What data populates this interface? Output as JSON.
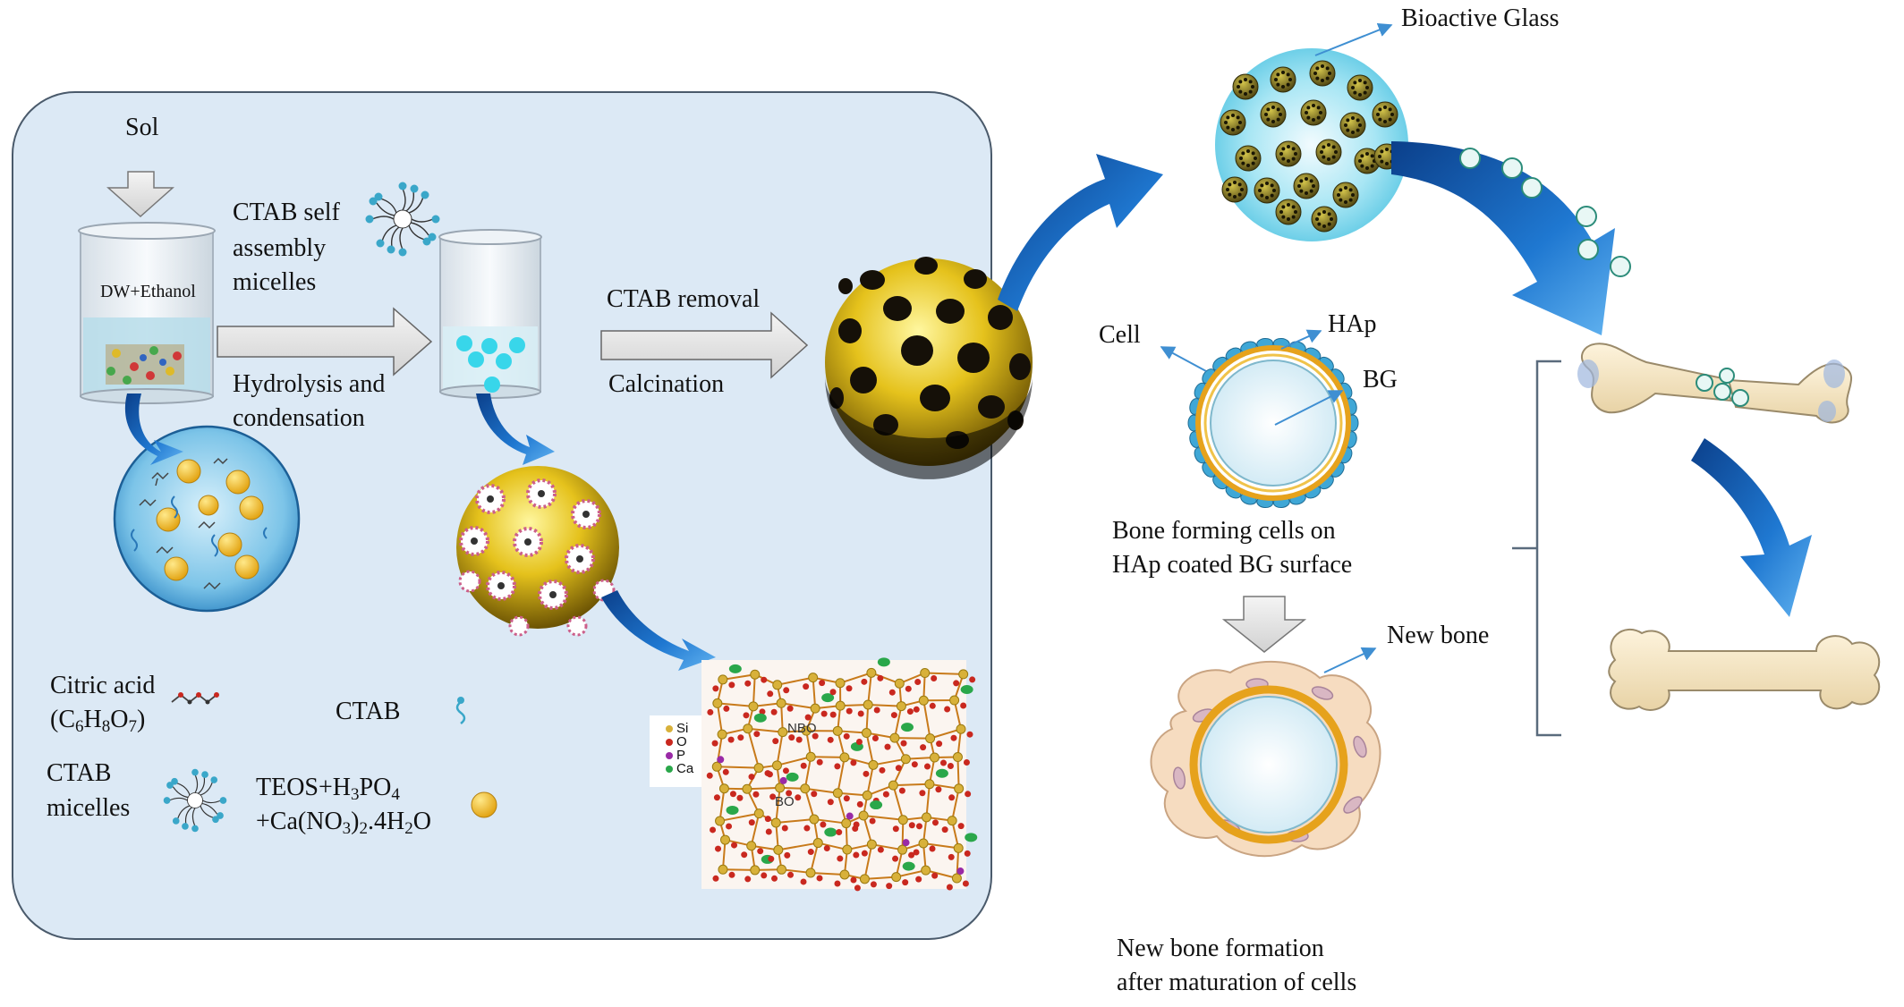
{
  "labels": {
    "sol": "Sol",
    "dw_ethanol": "DW+Ethanol",
    "ctab_self_1": "CTAB self",
    "ctab_self_2": "assembly",
    "ctab_self_3": "micelles",
    "hydrolysis_1": "Hydrolysis and",
    "hydrolysis_2": "condensation",
    "ctab_removal": "CTAB removal",
    "calcination": "Calcination",
    "bioactive_glass": "Bioactive Glass",
    "cell": "Cell",
    "hap": "HAp",
    "bg": "BG",
    "bone_forming_1": "Bone forming cells on",
    "bone_forming_2": "HAp coated BG surface",
    "new_bone": "New bone",
    "new_bone_formation_1": "New bone formation",
    "new_bone_formation_2": "after maturation of cells"
  },
  "legend": {
    "citric_acid": "Citric acid",
    "citric_formula": {
      "open": "(C",
      "s1": "6",
      "h": "H",
      "s2": "8",
      "o": "O",
      "s3": "7",
      "close": ")"
    },
    "ctab": "CTAB",
    "ctab_micelles_1": "CTAB",
    "ctab_micelles_2": "micelles",
    "teos_line1": {
      "a": "TEOS+H",
      "s1": "3",
      "b": "PO",
      "s2": "4"
    },
    "teos_line2": {
      "a": "+Ca(NO",
      "s1": "3",
      "b": ")",
      "s2": "2",
      "c": ".4H",
      "s3": "2",
      "d": "O"
    }
  },
  "network_legend": [
    "Si",
    "O",
    "P",
    "Ca"
  ],
  "network_tags": [
    "NBO",
    "BO"
  ],
  "colors": {
    "panel": "#dce9f5",
    "panel_border": "#4a5a6b",
    "arrow_blue": "#1e6fc4",
    "gold": "#e8c21a",
    "bg_sphere": "#7fd8ec",
    "bone": "#f5e6c8"
  }
}
